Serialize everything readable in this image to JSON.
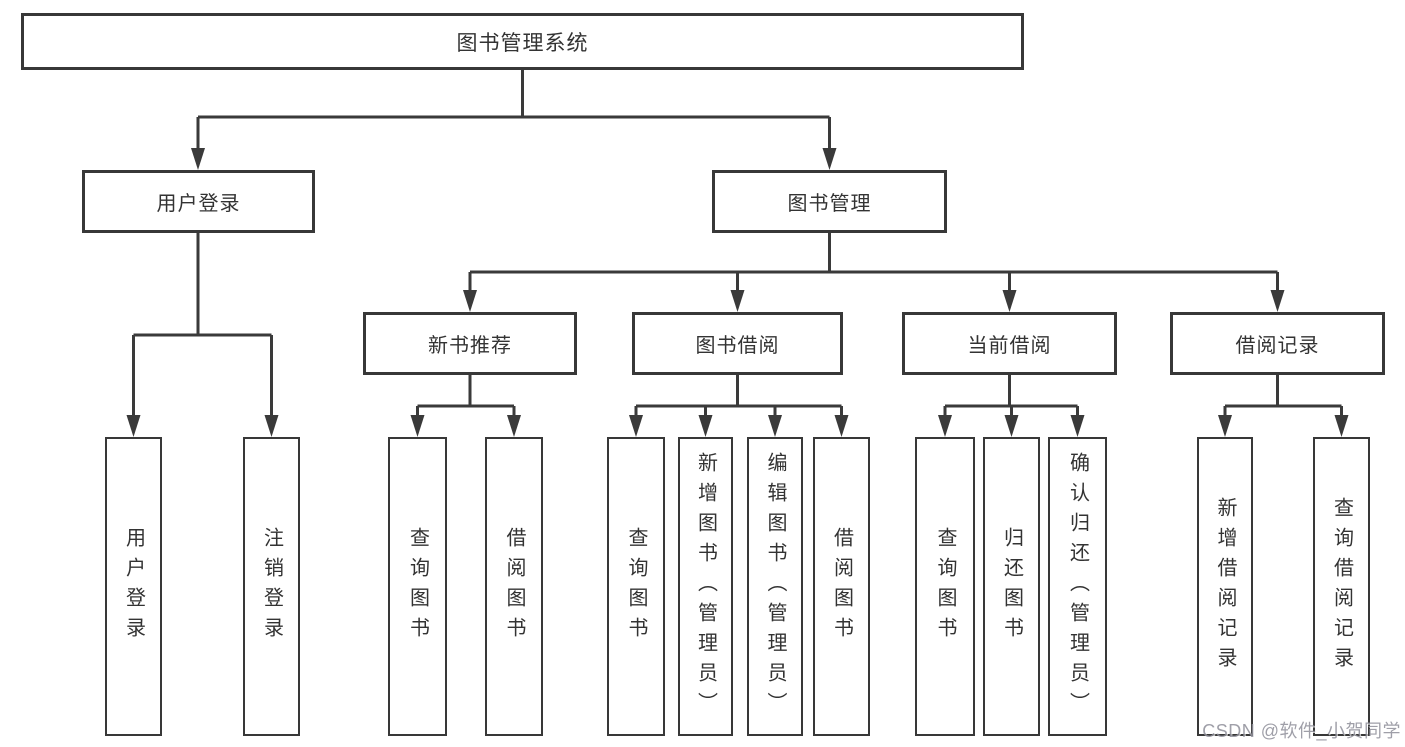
{
  "diagram": {
    "root": {
      "label": "图书管理系统"
    },
    "level2": [
      {
        "label": "用户登录",
        "children": [
          {
            "label": "用户登录"
          },
          {
            "label": "注销登录"
          }
        ]
      },
      {
        "label": "图书管理",
        "children": [
          {
            "label": "新书推荐",
            "children": [
              {
                "label": "查询图书"
              },
              {
                "label": "借阅图书"
              }
            ]
          },
          {
            "label": "图书借阅",
            "children": [
              {
                "label": "查询图书"
              },
              {
                "label": "新增图书（管理员）"
              },
              {
                "label": "编辑图书（管理员）"
              },
              {
                "label": "借阅图书"
              }
            ]
          },
          {
            "label": "当前借阅",
            "children": [
              {
                "label": "查询图书"
              },
              {
                "label": "归还图书"
              },
              {
                "label": "确认归还（管理员）"
              }
            ]
          },
          {
            "label": "借阅记录",
            "children": [
              {
                "label": "新增借阅记录"
              },
              {
                "label": "查询借阅记录"
              }
            ]
          }
        ]
      }
    ]
  },
  "watermark": {
    "text": "CSDN @软件_小贺同学"
  },
  "colors": {
    "line": "#3a3a3a",
    "border": "#383838",
    "text": "#333333",
    "background": "#ffffff",
    "watermark": "#8f8f9a"
  }
}
